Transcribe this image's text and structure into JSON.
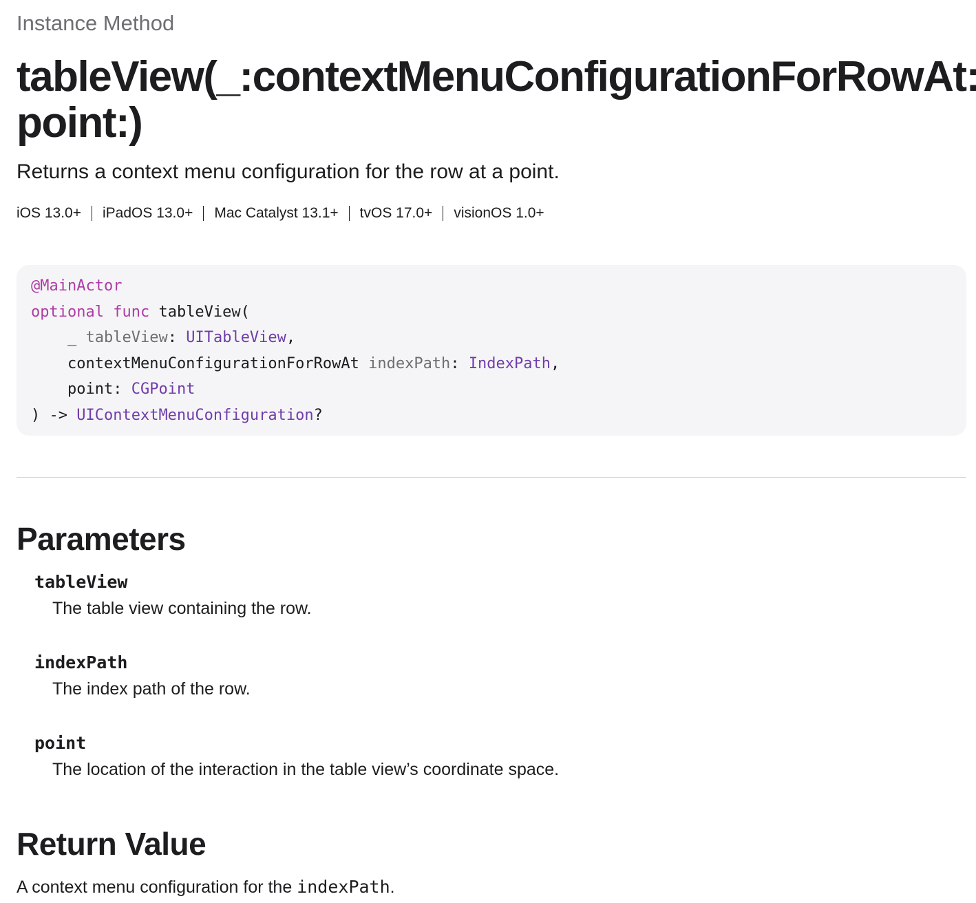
{
  "eyebrow": "Instance Method",
  "title": "tableView(_:contextMenuConfigurationForRowAt:\npoint:)",
  "title_line1": "tableView(_:contextMenuConfigurationForRowAt:",
  "title_line2": "point:)",
  "abstract": "Returns a context menu configuration for the row at a point.",
  "platforms": [
    "iOS 13.0+",
    "iPadOS 13.0+",
    "Mac Catalyst 13.1+",
    "tvOS 17.0+",
    "visionOS 1.0+"
  ],
  "declaration": {
    "attribute": "@MainActor",
    "kw_optional": "optional",
    "kw_func": "func",
    "func_name": "tableView(",
    "p1_label": "_",
    "p1_name": "tableView",
    "p1_colon": ":",
    "p1_type": "UITableView",
    "comma": ",",
    "p2_label": "contextMenuConfigurationForRowAt",
    "p2_name": "indexPath",
    "p2_colon": ":",
    "p2_type": "IndexPath",
    "p3_label": "point",
    "p3_colon": ":",
    "p3_type": "CGPoint",
    "close": ") ->",
    "return_type": "UIContextMenuConfiguration",
    "return_optional": "?"
  },
  "parameters": {
    "heading": "Parameters",
    "items": [
      {
        "name": "tableView",
        "description": "The table view containing the row."
      },
      {
        "name": "indexPath",
        "description": "The index path of the row."
      },
      {
        "name": "point",
        "description": "The location of the interaction in the table view’s coordinate space."
      }
    ]
  },
  "return_value": {
    "heading": "Return Value",
    "text_before": "A context menu configuration for the",
    "code": "indexPath",
    "text_after": "."
  },
  "colors": {
    "keyword": "#ad3da4",
    "type": "#703daa",
    "secondary_text": "#6e6e73",
    "code_background": "#f5f5f7"
  }
}
